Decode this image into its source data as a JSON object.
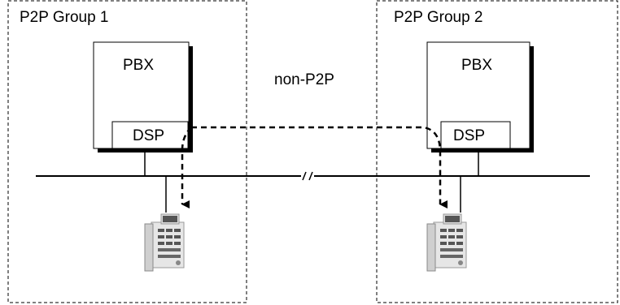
{
  "groups": [
    {
      "label": "P2P Group 1"
    },
    {
      "label": "P2P Group 2"
    }
  ],
  "pbx_label": "PBX",
  "dsp_label": "DSP",
  "link_label": "non-P2P",
  "icons": {
    "phone": "desk-phone-icon",
    "line_break": "line-break-icon"
  },
  "colors": {
    "line": "#000000",
    "box_shadow": "#000000",
    "phone_body": "#d9d9d9",
    "phone_screen": "#4a4a4a"
  }
}
